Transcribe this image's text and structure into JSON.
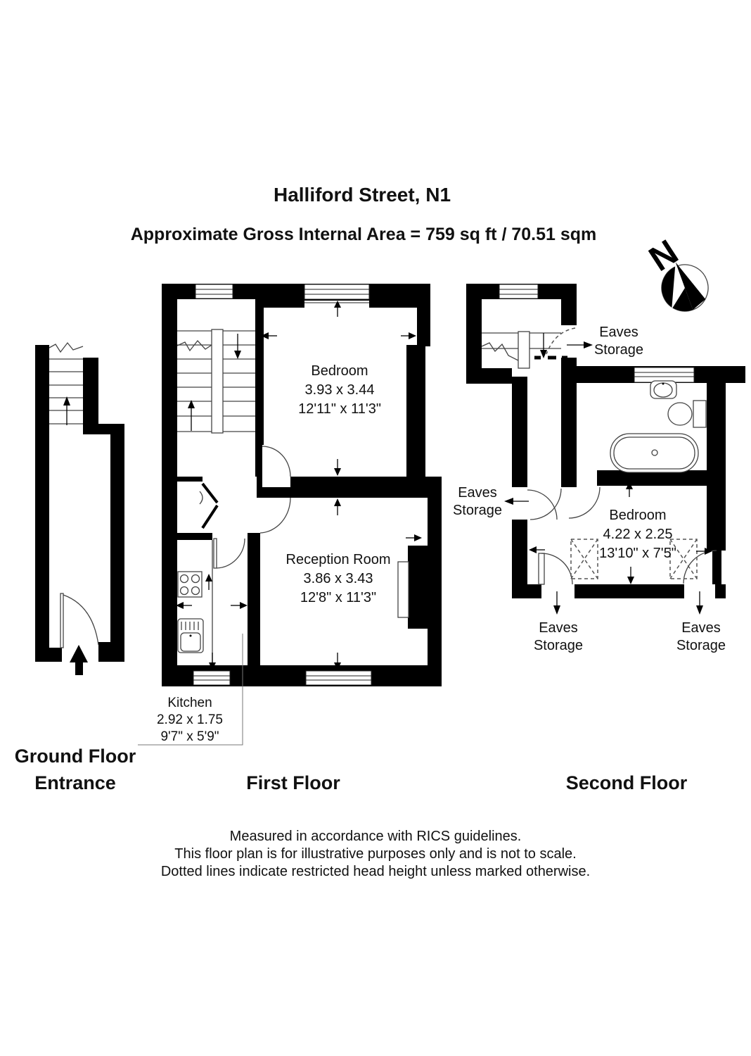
{
  "title": "Halliford Street, N1",
  "subtitle": "Approximate Gross Internal Area = 759 sq ft / 70.51 sqm",
  "compass": {
    "label": "N"
  },
  "floor_plans": {
    "ground": {
      "title_line1": "Ground Floor",
      "title_line2": "Entrance"
    },
    "first": {
      "title": "First Floor"
    },
    "second": {
      "title": "Second Floor"
    }
  },
  "rooms": {
    "bedroom_first": {
      "name": "Bedroom",
      "metric": "3.93 x 3.44",
      "imperial": "12'11\" x 11'3\""
    },
    "reception": {
      "name": "Reception Room",
      "metric": "3.86 x 3.43",
      "imperial": "12'8\" x 11'3\""
    },
    "kitchen": {
      "name": "Kitchen",
      "metric": "2.92 x 1.75",
      "imperial": "9'7\" x 5'9\""
    },
    "bedroom_second": {
      "name": "Bedroom",
      "metric": "4.22 x 2.25",
      "imperial": "13'10\" x 7'5\""
    }
  },
  "eaves_storage": {
    "line1": "Eaves",
    "line2": "Storage"
  },
  "footer": {
    "line1": "Measured in accordance with RICS guidelines.",
    "line2": "This floor plan is for illustrative purposes only and is not to scale.",
    "line3": "Dotted lines indicate restricted head height unless marked otherwise."
  },
  "colors": {
    "wall": "#000000",
    "detail_line": "#444444",
    "background": "#ffffff"
  }
}
